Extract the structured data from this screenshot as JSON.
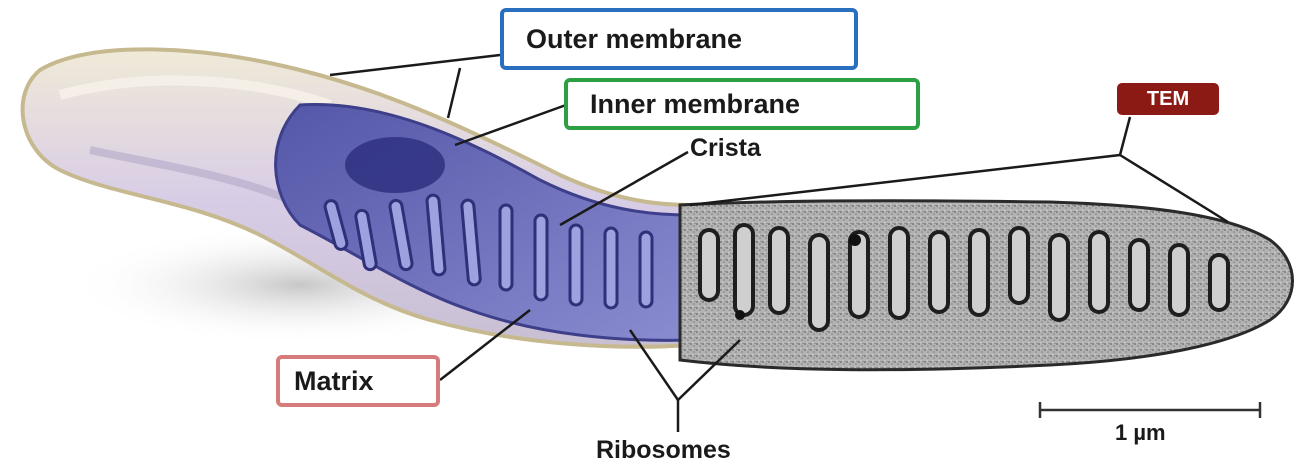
{
  "labels": {
    "outer_membrane": "Outer membrane",
    "inner_membrane": "Inner membrane",
    "crista": "Crista",
    "matrix": "Matrix",
    "ribosomes": "Ribosomes",
    "tem": "TEM",
    "scale": "1 µm"
  },
  "colors": {
    "outer_box": "#2a6ebf",
    "inner_box": "#2ea043",
    "matrix_box": "#d77a7a",
    "tem_badge": "#8b1a14",
    "membrane_fill": "#d9cfe6",
    "cristae_fill": "#6d6fbf",
    "tem_gray": "#8c8c8c"
  }
}
